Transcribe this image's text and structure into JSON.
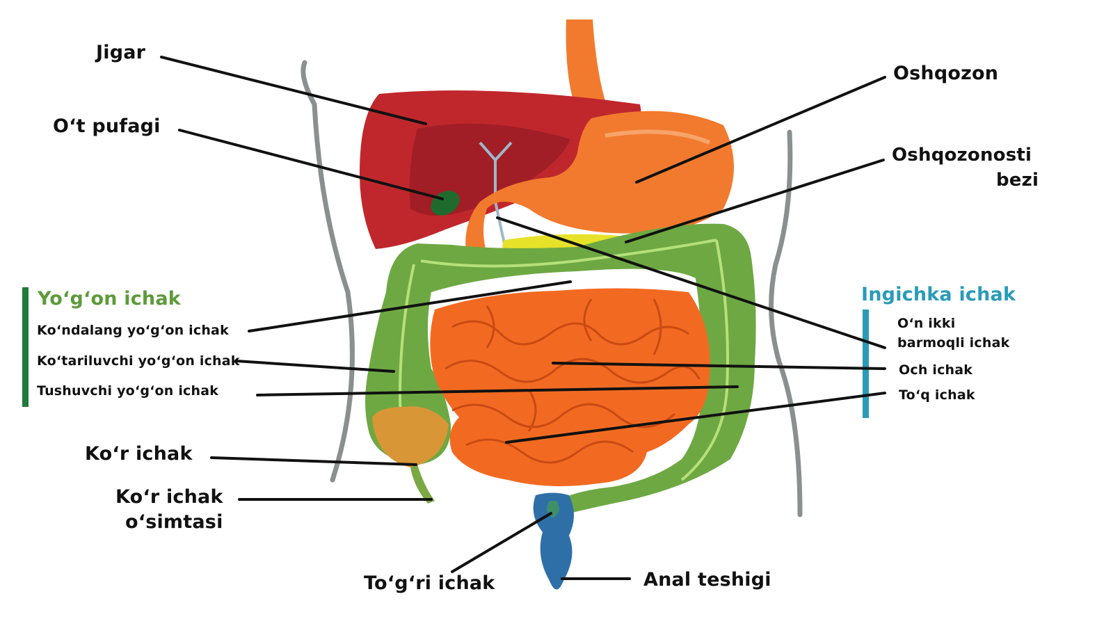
{
  "labels": {
    "jigar": "Jigar",
    "ot_pufagi": "O‘t pufagi",
    "oshqozon": "Oshqozon",
    "oshqozonosti_line1": "Oshqozonosti",
    "oshqozonosti_line2": "bezi",
    "kor_ichak": "Ko‘r ichak",
    "kor_ichak_osimtasi_line1": "Ko‘r ichak",
    "kor_ichak_osimtasi_line2": "o‘simtasi",
    "togri_ichak": "To‘g‘ri ichak",
    "anal_teshigi": "Anal teshigi"
  },
  "large_intestine": {
    "heading": "Yo‘g‘on ichak",
    "parts": [
      "Ko‘ndalang yo‘g‘on ichak",
      "Ko‘tariluvchi yo‘g‘on ichak",
      "Tushuvchi yo‘g‘on ichak"
    ]
  },
  "small_intestine": {
    "heading": "Ingichka ichak",
    "parts_line1": [
      "O‘n ikki",
      "Och ichak",
      "To‘q ichak"
    ],
    "duodenum_line2": "barmoqli ichak"
  },
  "colors": {
    "liver": "#c0272d",
    "liver_dark": "#a11e26",
    "stomach": "#f27a2e",
    "small_intestine": "#f26a21",
    "large_intestine": "#6ea843",
    "gallbladder": "#1f6b2e",
    "pancreas": "#e6e22a",
    "rectum": "#2e6fa8",
    "large_intestine_accent": "#1f7a3c",
    "small_intestine_accent": "#2a9bb8",
    "leader_line": "#111111"
  }
}
